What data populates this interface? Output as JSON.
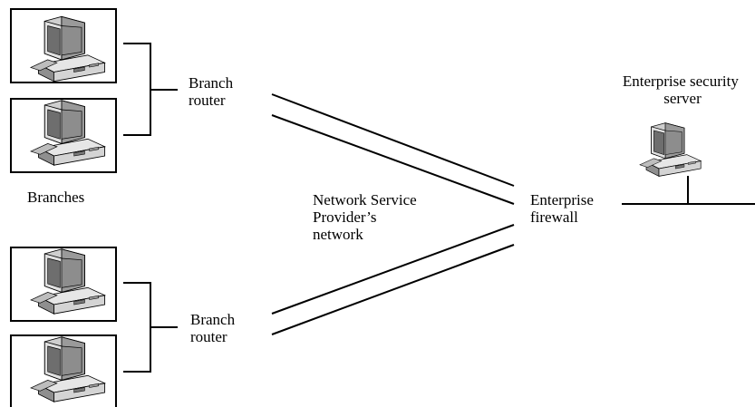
{
  "labels": {
    "branch_router_top": [
      "Branch",
      "router"
    ],
    "branch_router_bottom": [
      "Branch",
      "router"
    ],
    "branches": "Branches",
    "nsp_network": [
      "Network Service",
      "Provider’s",
      "network"
    ],
    "enterprise_firewall": [
      "Enterprise",
      "firewall"
    ],
    "security_server": [
      "Enterprise security",
      "server"
    ]
  },
  "icons": {
    "branch_computer": "desktop-computer-icon",
    "server_computer": "desktop-computer-icon"
  }
}
